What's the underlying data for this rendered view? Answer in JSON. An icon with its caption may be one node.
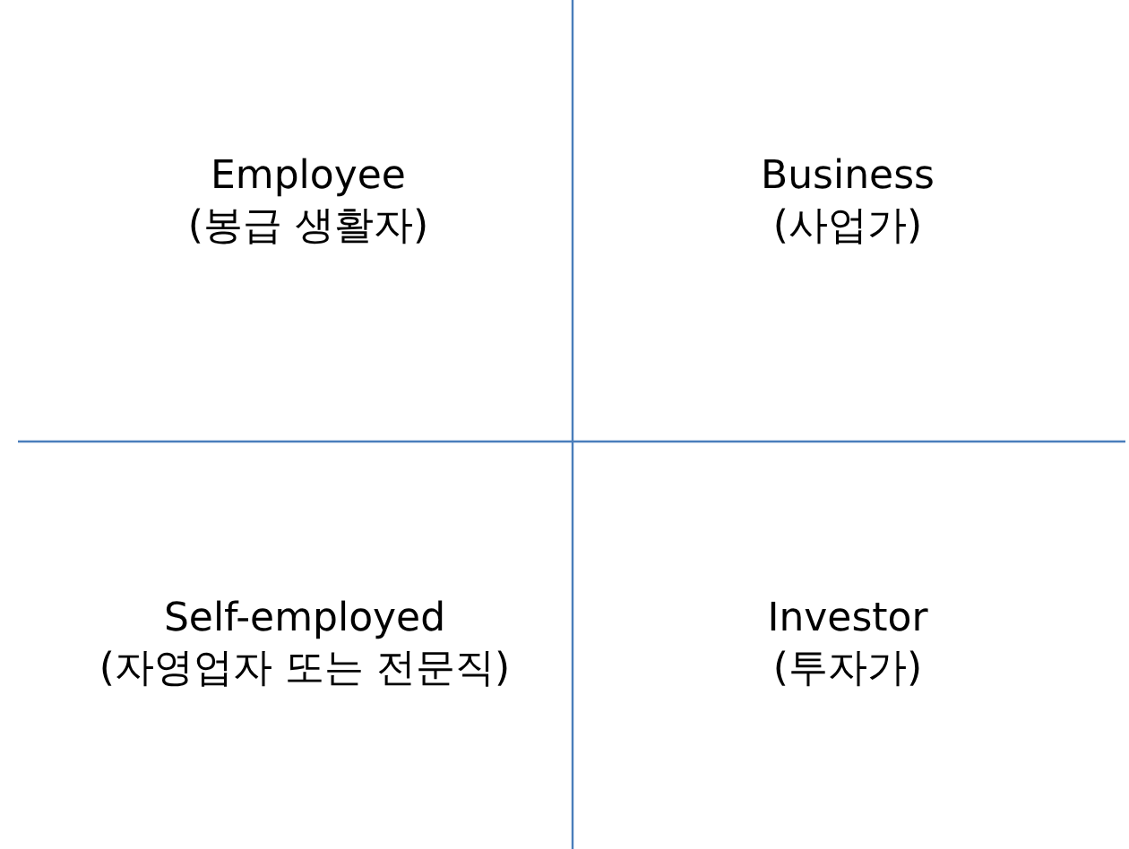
{
  "diagram": {
    "nodes": [
      {
        "text": [
          "Employee",
          "(봉급 생활자)"
        ]
      },
      {
        "text": [
          "Business",
          "(사업가)"
        ]
      },
      {
        "text": [
          "Self-employed",
          "(자영업자 또는 전문직)"
        ]
      },
      {
        "text": [
          "Investor",
          "(투자가)"
        ]
      }
    ],
    "edges": []
  }
}
